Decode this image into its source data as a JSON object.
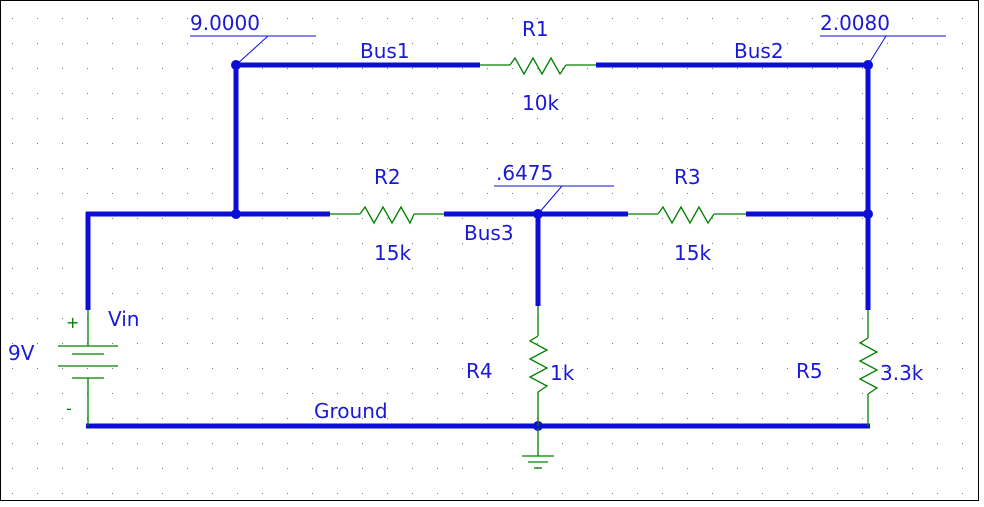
{
  "nets": {
    "bus1": "Bus1",
    "bus2": "Bus2",
    "bus3": "Bus3",
    "ground": "Ground"
  },
  "voltage_markers": {
    "bus1": "9.0000",
    "bus2": "2.0080",
    "bus3": ".6475"
  },
  "components": {
    "r1": {
      "name": "R1",
      "value": "10k"
    },
    "r2": {
      "name": "R2",
      "value": "15k"
    },
    "r3": {
      "name": "R3",
      "value": "15k"
    },
    "r4": {
      "name": "R4",
      "value": "1k"
    },
    "r5": {
      "name": "R5",
      "value": "3.3k"
    },
    "vin": {
      "name": "Vin",
      "value": "9V",
      "plus": "+",
      "minus": "-"
    }
  },
  "colors": {
    "wire": "#0d0dd8",
    "component": "#008000",
    "text": "#1a1ad6"
  }
}
